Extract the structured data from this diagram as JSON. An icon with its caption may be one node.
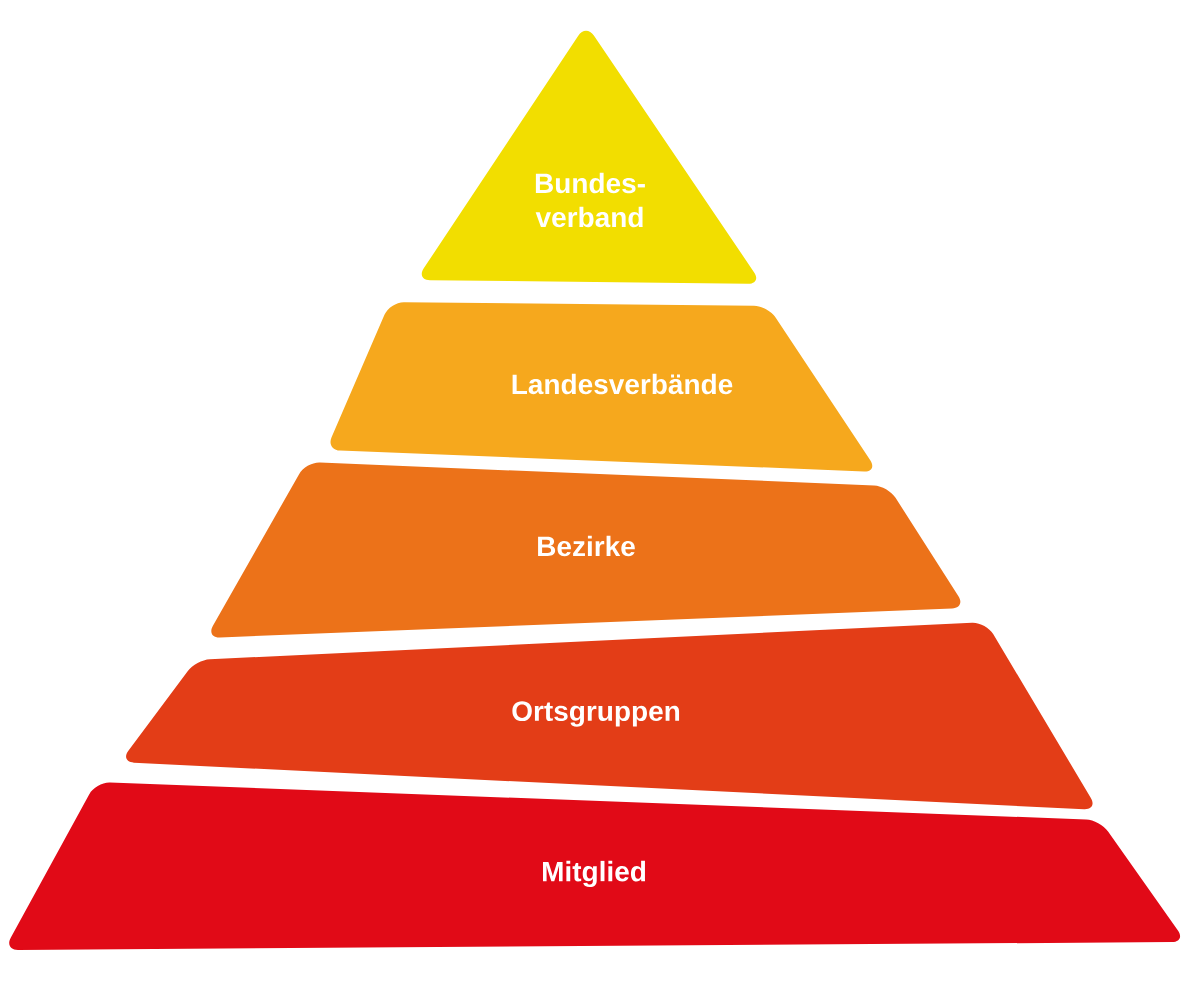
{
  "diagram": {
    "nodes": [
      {
        "text": [
          "Bundes- verband"
        ]
      },
      {
        "text": [
          "Landesverbände"
        ]
      },
      {
        "text": [
          "Bezirke"
        ]
      },
      {
        "text": [
          "Ortsgruppen"
        ]
      },
      {
        "text": [
          "Mitglied"
        ]
      }
    ]
  }
}
